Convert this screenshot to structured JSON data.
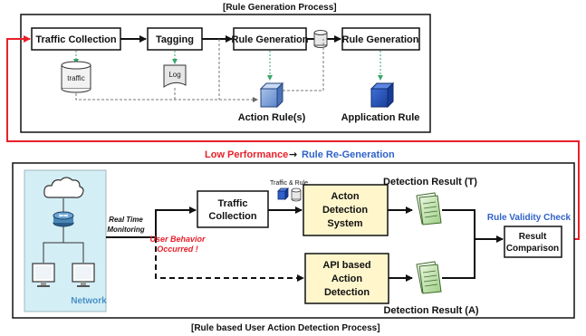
{
  "top": {
    "caption": "[Rule Generation Process]",
    "boxes": {
      "traffic_collection": "Traffic Collection",
      "tagging": "Tagging",
      "rule_generation_1": "Rule Generation",
      "rule_generation_2": "Rule Generation"
    },
    "icons": {
      "traffic_db": "traffic",
      "log_doc": "Log"
    },
    "action_rules": "Action Rule(s)",
    "application_rule": "Application Rule"
  },
  "middle": {
    "low_performance": "Low Performance",
    "arrow": "→",
    "rule_regeneration": "Rule Re-Generation"
  },
  "bottom": {
    "caption": "[Rule based User Action Detection Process]",
    "network_label": "Network",
    "real_time_1": "Real Time",
    "real_time_2": "Monitoring",
    "user_behavior_1": "User Behavior",
    "user_behavior_2": "Occurred !",
    "traffic_rule_label": "Traffic & Rule",
    "traffic_collection_1": "Traffic",
    "traffic_collection_2": "Collection",
    "acton_1": "Acton",
    "acton_2": "Detection",
    "acton_3": "System",
    "api_1": "API based",
    "api_2": "Action",
    "api_3": "Detection",
    "detection_t": "Detection Result (T)",
    "detection_a": "Detection Result (A)",
    "rule_validity": "Rule Validity Check",
    "result_1": "Result",
    "result_2": "Comparison"
  },
  "colors": {
    "red": "#e8202a",
    "blue": "#2f62c8",
    "yellow_box": "#fff6cc",
    "network_bg": "#d4eef6",
    "green_dash": "#3aa66a"
  }
}
